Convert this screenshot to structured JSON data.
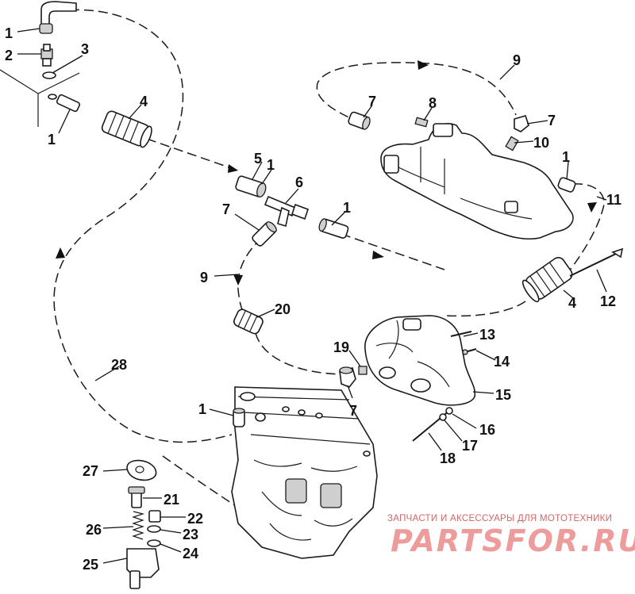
{
  "diagram": {
    "callouts": [
      {
        "id": "c1a",
        "label": "1"
      },
      {
        "id": "c2",
        "label": "2"
      },
      {
        "id": "c3",
        "label": "3"
      },
      {
        "id": "c4a",
        "label": "4"
      },
      {
        "id": "c1b",
        "label": "1"
      },
      {
        "id": "c5",
        "label": "5"
      },
      {
        "id": "c1c",
        "label": "1"
      },
      {
        "id": "c6",
        "label": "6"
      },
      {
        "id": "c7a",
        "label": "7"
      },
      {
        "id": "c1d",
        "label": "1"
      },
      {
        "id": "c9a",
        "label": "9"
      },
      {
        "id": "c20",
        "label": "20"
      },
      {
        "id": "c28",
        "label": "28"
      },
      {
        "id": "c9b",
        "label": "9"
      },
      {
        "id": "c7b",
        "label": "7"
      },
      {
        "id": "c8",
        "label": "8"
      },
      {
        "id": "c7c",
        "label": "7"
      },
      {
        "id": "c10",
        "label": "10"
      },
      {
        "id": "c1e",
        "label": "1"
      },
      {
        "id": "c11",
        "label": "11"
      },
      {
        "id": "c4b",
        "label": "4"
      },
      {
        "id": "c12",
        "label": "12"
      },
      {
        "id": "c13",
        "label": "13"
      },
      {
        "id": "c14",
        "label": "14"
      },
      {
        "id": "c19",
        "label": "19"
      },
      {
        "id": "c15",
        "label": "15"
      },
      {
        "id": "c7d",
        "label": "7"
      },
      {
        "id": "c16",
        "label": "16"
      },
      {
        "id": "c17",
        "label": "17"
      },
      {
        "id": "c18",
        "label": "18"
      },
      {
        "id": "c1f",
        "label": "1"
      },
      {
        "id": "c27",
        "label": "27"
      },
      {
        "id": "c21",
        "label": "21"
      },
      {
        "id": "c22",
        "label": "22"
      },
      {
        "id": "c26",
        "label": "26"
      },
      {
        "id": "c23",
        "label": "23"
      },
      {
        "id": "c24",
        "label": "24"
      },
      {
        "id": "c25",
        "label": "25"
      }
    ]
  },
  "watermark": {
    "caption": "ЗАПЧАСТИ И АКСЕССУАРЫ ДЛЯ МОТОТЕХНИКИ",
    "logo": "PARTSFOR.RU"
  }
}
